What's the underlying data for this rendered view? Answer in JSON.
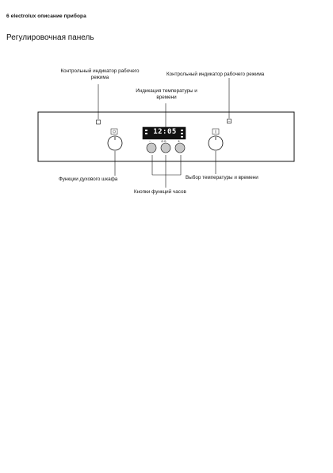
{
  "page": {
    "header": "6 electrolux описание прибора",
    "title": "Регулировочная панель"
  },
  "labels": {
    "indicator_left": "Контрольный индикатор рабочего режима",
    "indicator_left_line1": "Контрольный индикатор рабочего",
    "indicator_left_line2": "режима",
    "indicator_right": "Контрольный индикатор рабочего режима",
    "display_line1": "Индикация температуры и",
    "display_line2": "времени",
    "oven_functions": "Функции духового шкафа",
    "temp_time_select": "Выбор температуры и времени",
    "clock_buttons": "Кнопки функций часов"
  },
  "display": {
    "time": "12:05"
  }
}
